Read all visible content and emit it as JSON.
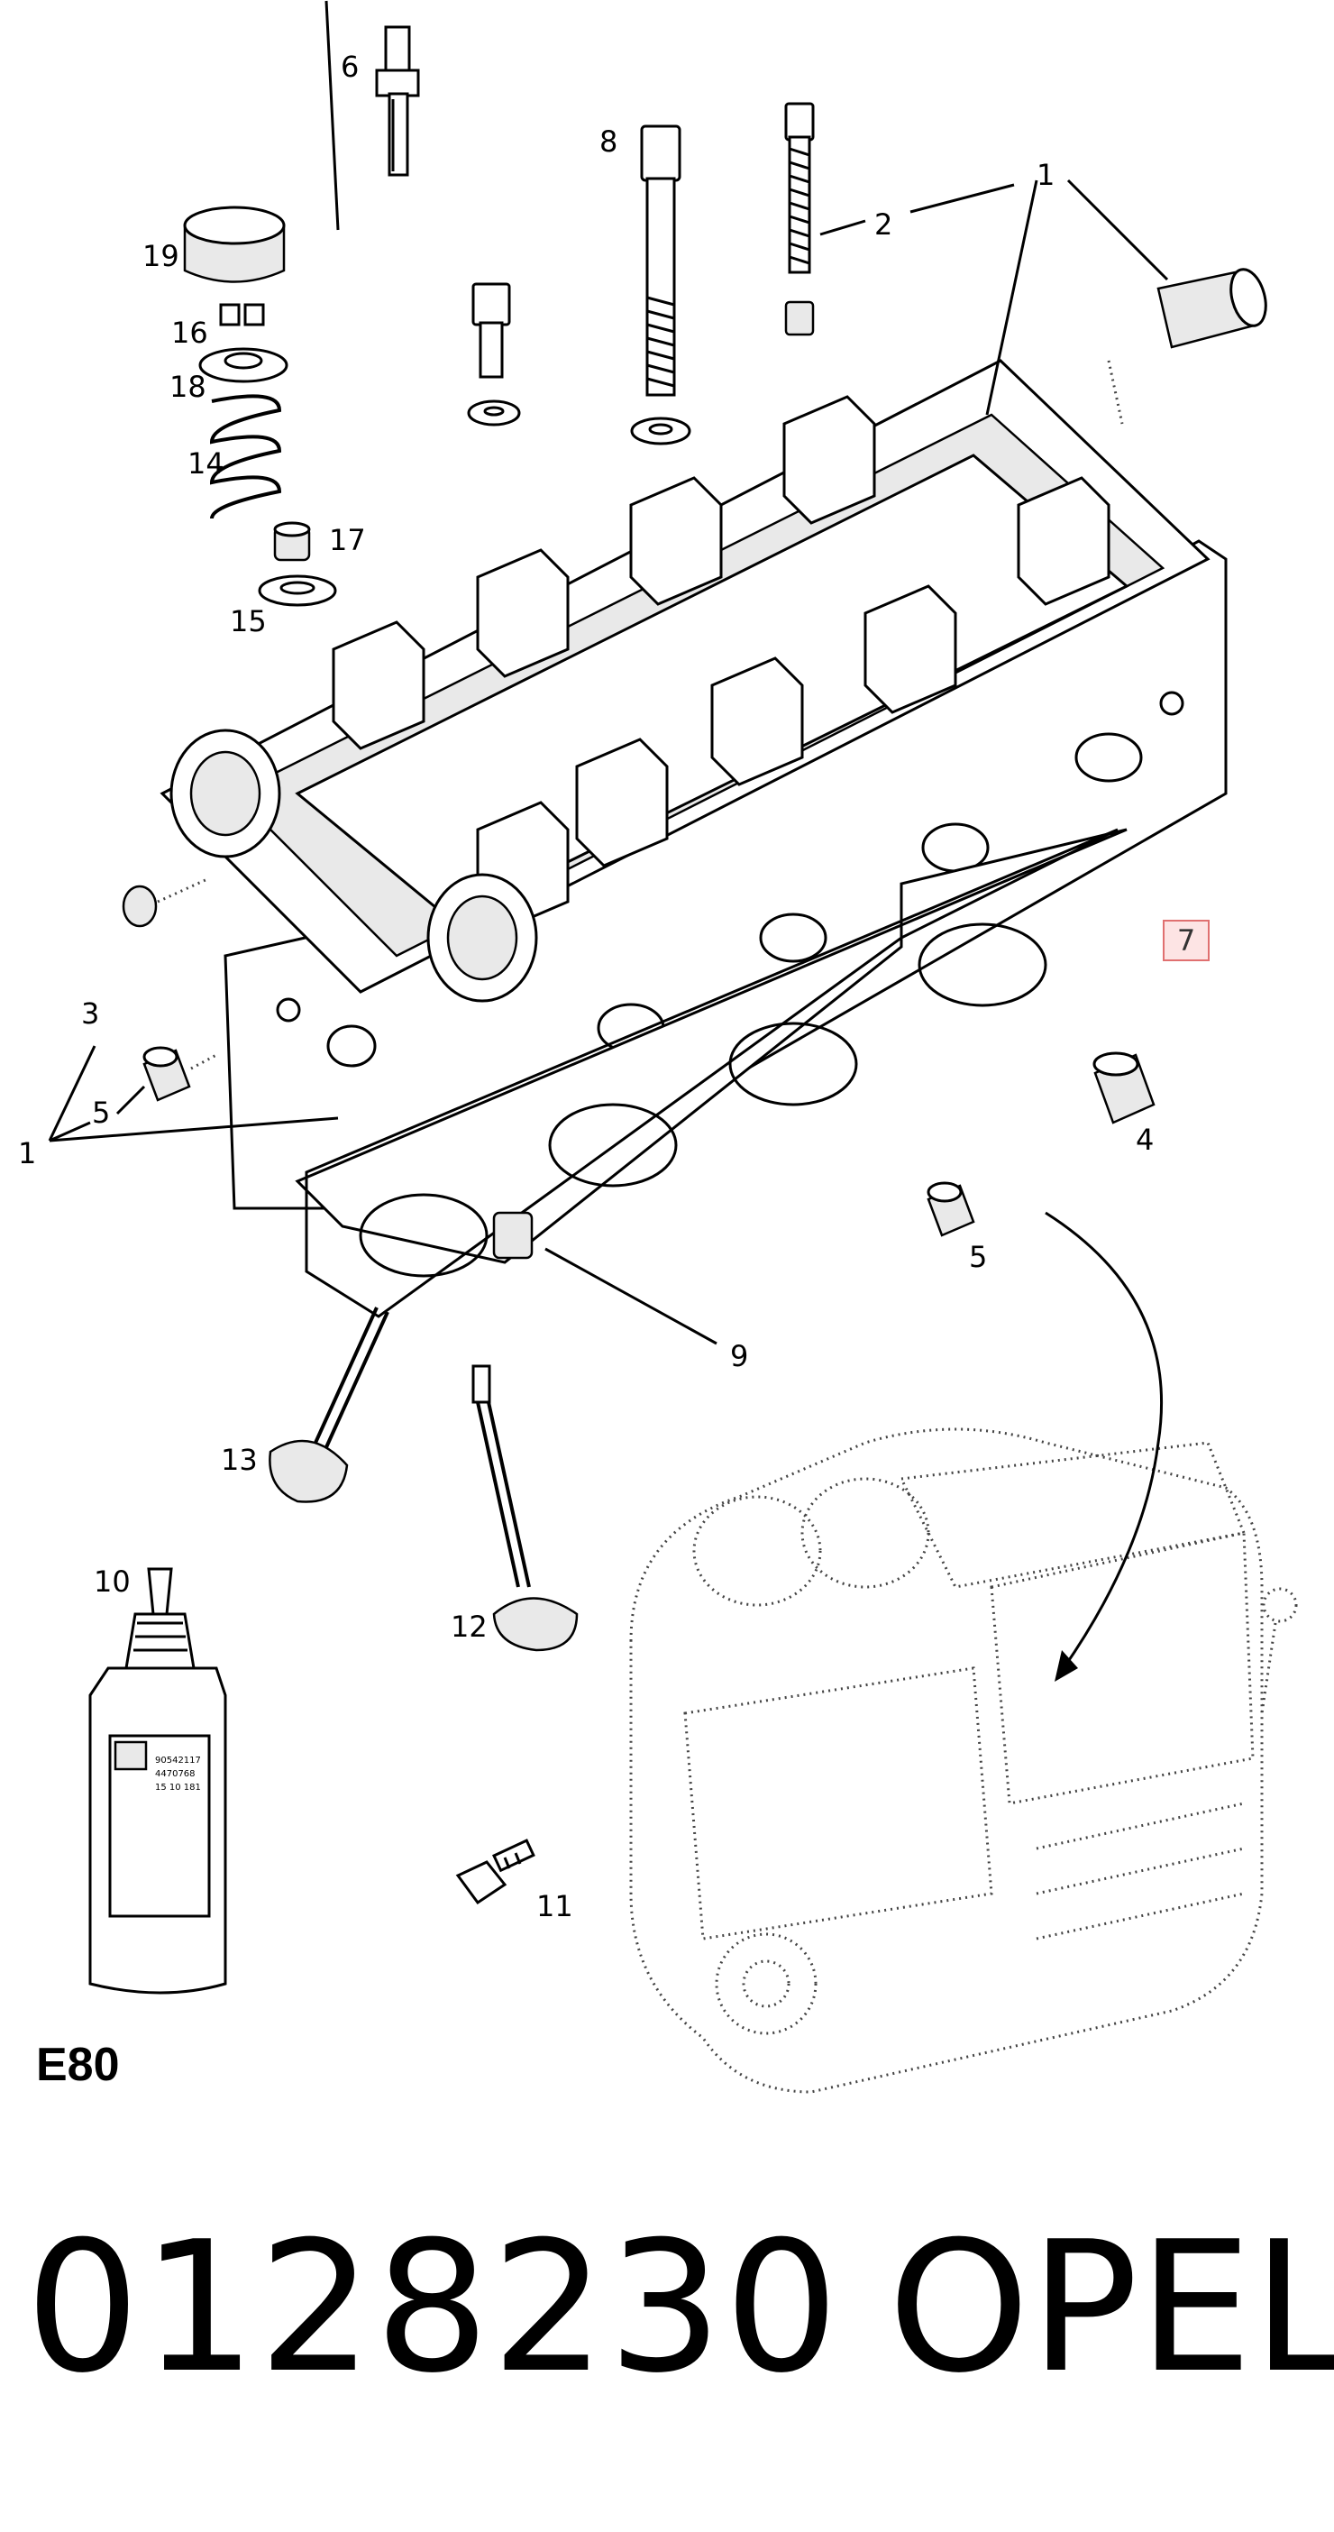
{
  "callouts": {
    "c1a": "1",
    "c1b": "1",
    "c2": "2",
    "c3": "3",
    "c4": "4",
    "c5a": "5",
    "c5b": "5",
    "c6": "6",
    "c7": "7",
    "c8": "8",
    "c9": "9",
    "c10": "10",
    "c11": "11",
    "c12": "12",
    "c13": "13",
    "c14": "14",
    "c15": "15",
    "c16": "16",
    "c17": "17",
    "c18": "18",
    "c19": "19"
  },
  "bottle_label": [
    "90542117",
    "4470768",
    "15 10 181"
  ],
  "section_code": "E80",
  "part_number": "0128230",
  "brand": "OPEL"
}
